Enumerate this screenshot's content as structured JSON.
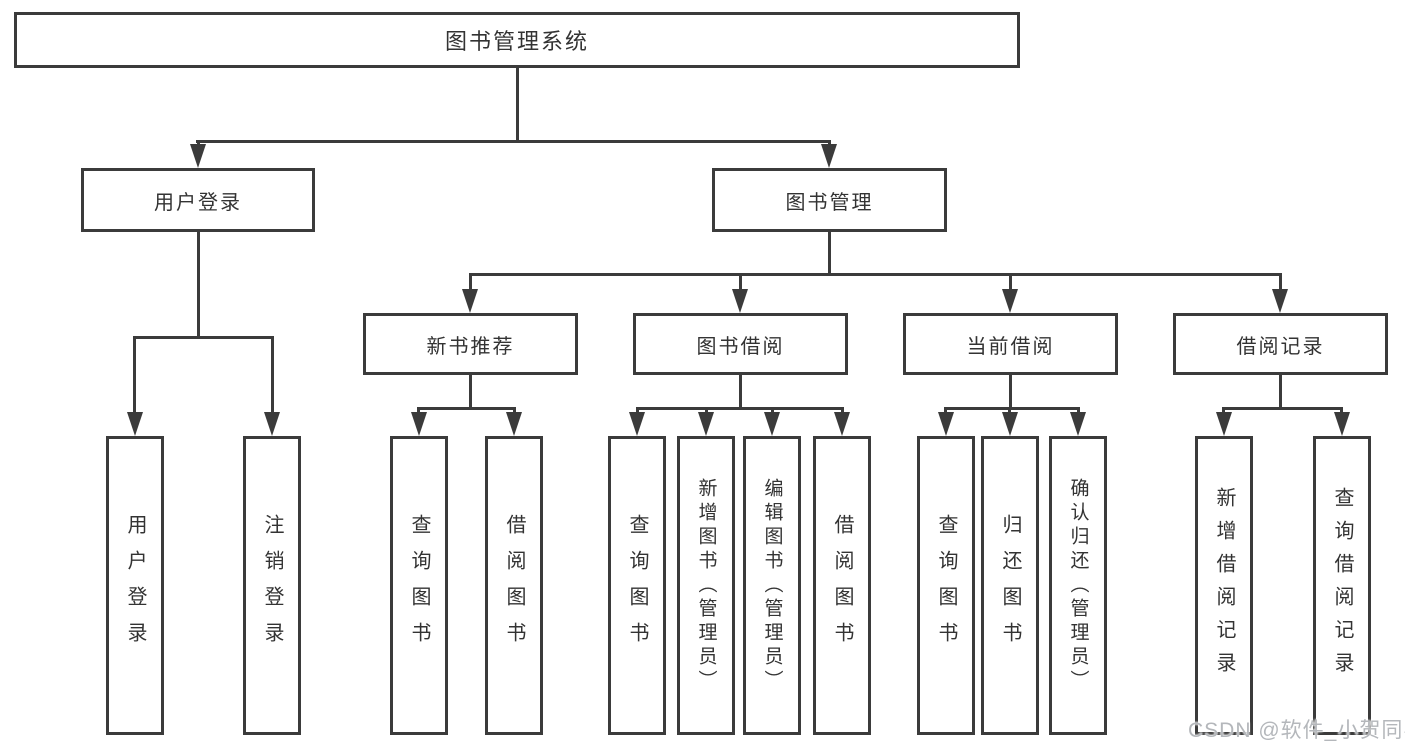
{
  "diagram": {
    "root": {
      "label": "图书管理系统",
      "children": [
        {
          "label": "用户登录",
          "children": [
            {
              "label": "用户登录"
            },
            {
              "label": "注销登录"
            }
          ]
        },
        {
          "label": "图书管理",
          "children": [
            {
              "label": "新书推荐",
              "children": [
                {
                  "label": "查询图书"
                },
                {
                  "label": "借阅图书"
                }
              ]
            },
            {
              "label": "图书借阅",
              "children": [
                {
                  "label": "查询图书"
                },
                {
                  "label": "新增图书（管理员）"
                },
                {
                  "label": "编辑图书（管理员）"
                },
                {
                  "label": "借阅图书"
                }
              ]
            },
            {
              "label": "当前借阅",
              "children": [
                {
                  "label": "查询图书"
                },
                {
                  "label": "归还图书"
                },
                {
                  "label": "确认归还（管理员）"
                }
              ]
            },
            {
              "label": "借阅记录",
              "children": [
                {
                  "label": "新增借阅记录"
                },
                {
                  "label": "查询借阅记录"
                }
              ]
            }
          ]
        }
      ]
    }
  },
  "watermark": {
    "text": "CSDN @软件_小贺同学"
  },
  "colors": {
    "line": "#3b3b3b",
    "text": "#333333",
    "watermark": "#b4b7bb",
    "background": "#ffffff"
  }
}
